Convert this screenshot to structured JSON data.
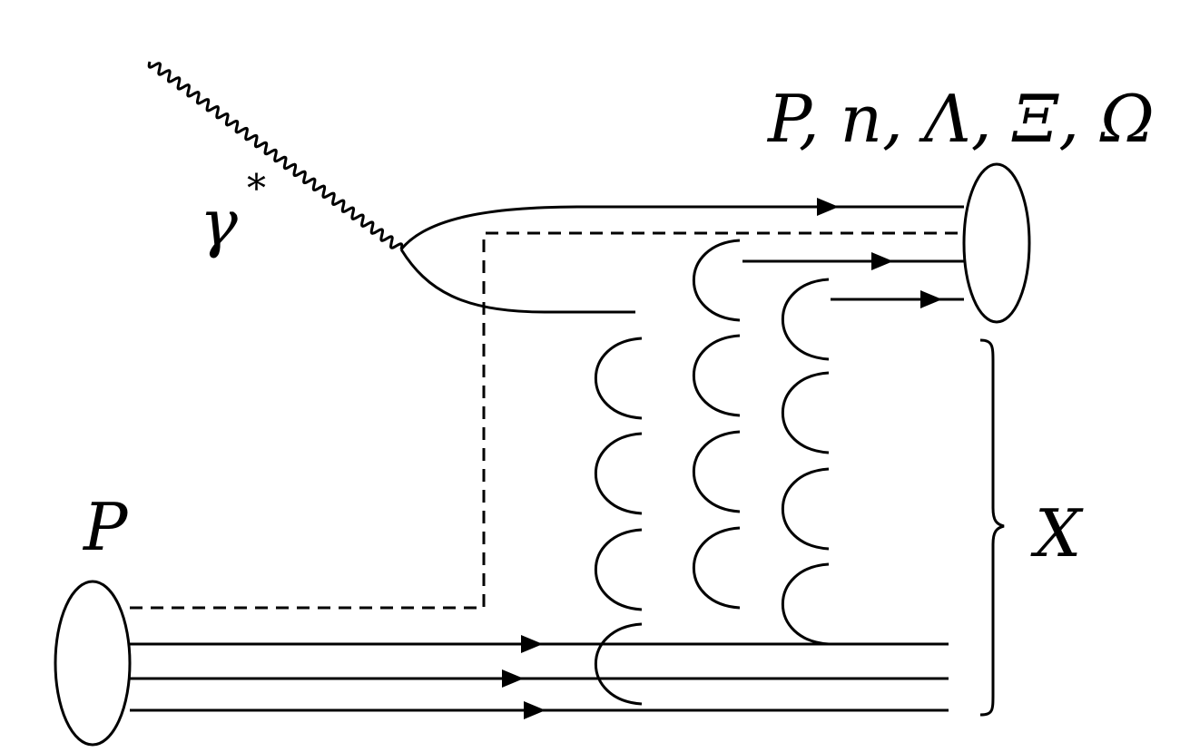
{
  "labels": {
    "photon": "γ",
    "photon_sup": "*",
    "incoming": "P",
    "outgoing": "P, n, Λ, Ξ, Ω",
    "remnant": "X"
  }
}
